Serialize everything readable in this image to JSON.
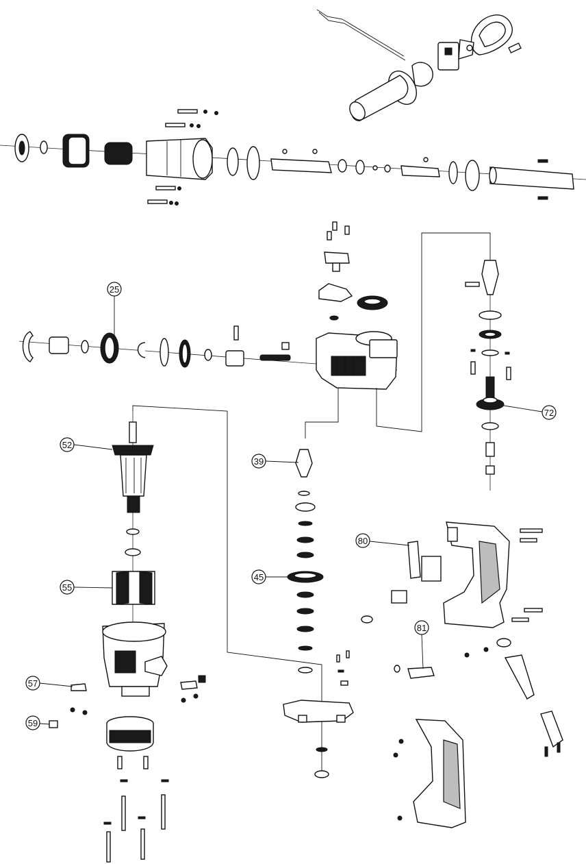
{
  "colors": {
    "line": "#111111",
    "fill": "#ffffff",
    "shade": "#1a1a1a",
    "gray": "#bdbdbd"
  },
  "callouts": {
    "c25": "25",
    "c72": "72",
    "c52": "52",
    "c39": "39",
    "c80": "80",
    "c45": "45",
    "c55": "55",
    "c81": "81",
    "c57": "57",
    "c59": "59"
  }
}
